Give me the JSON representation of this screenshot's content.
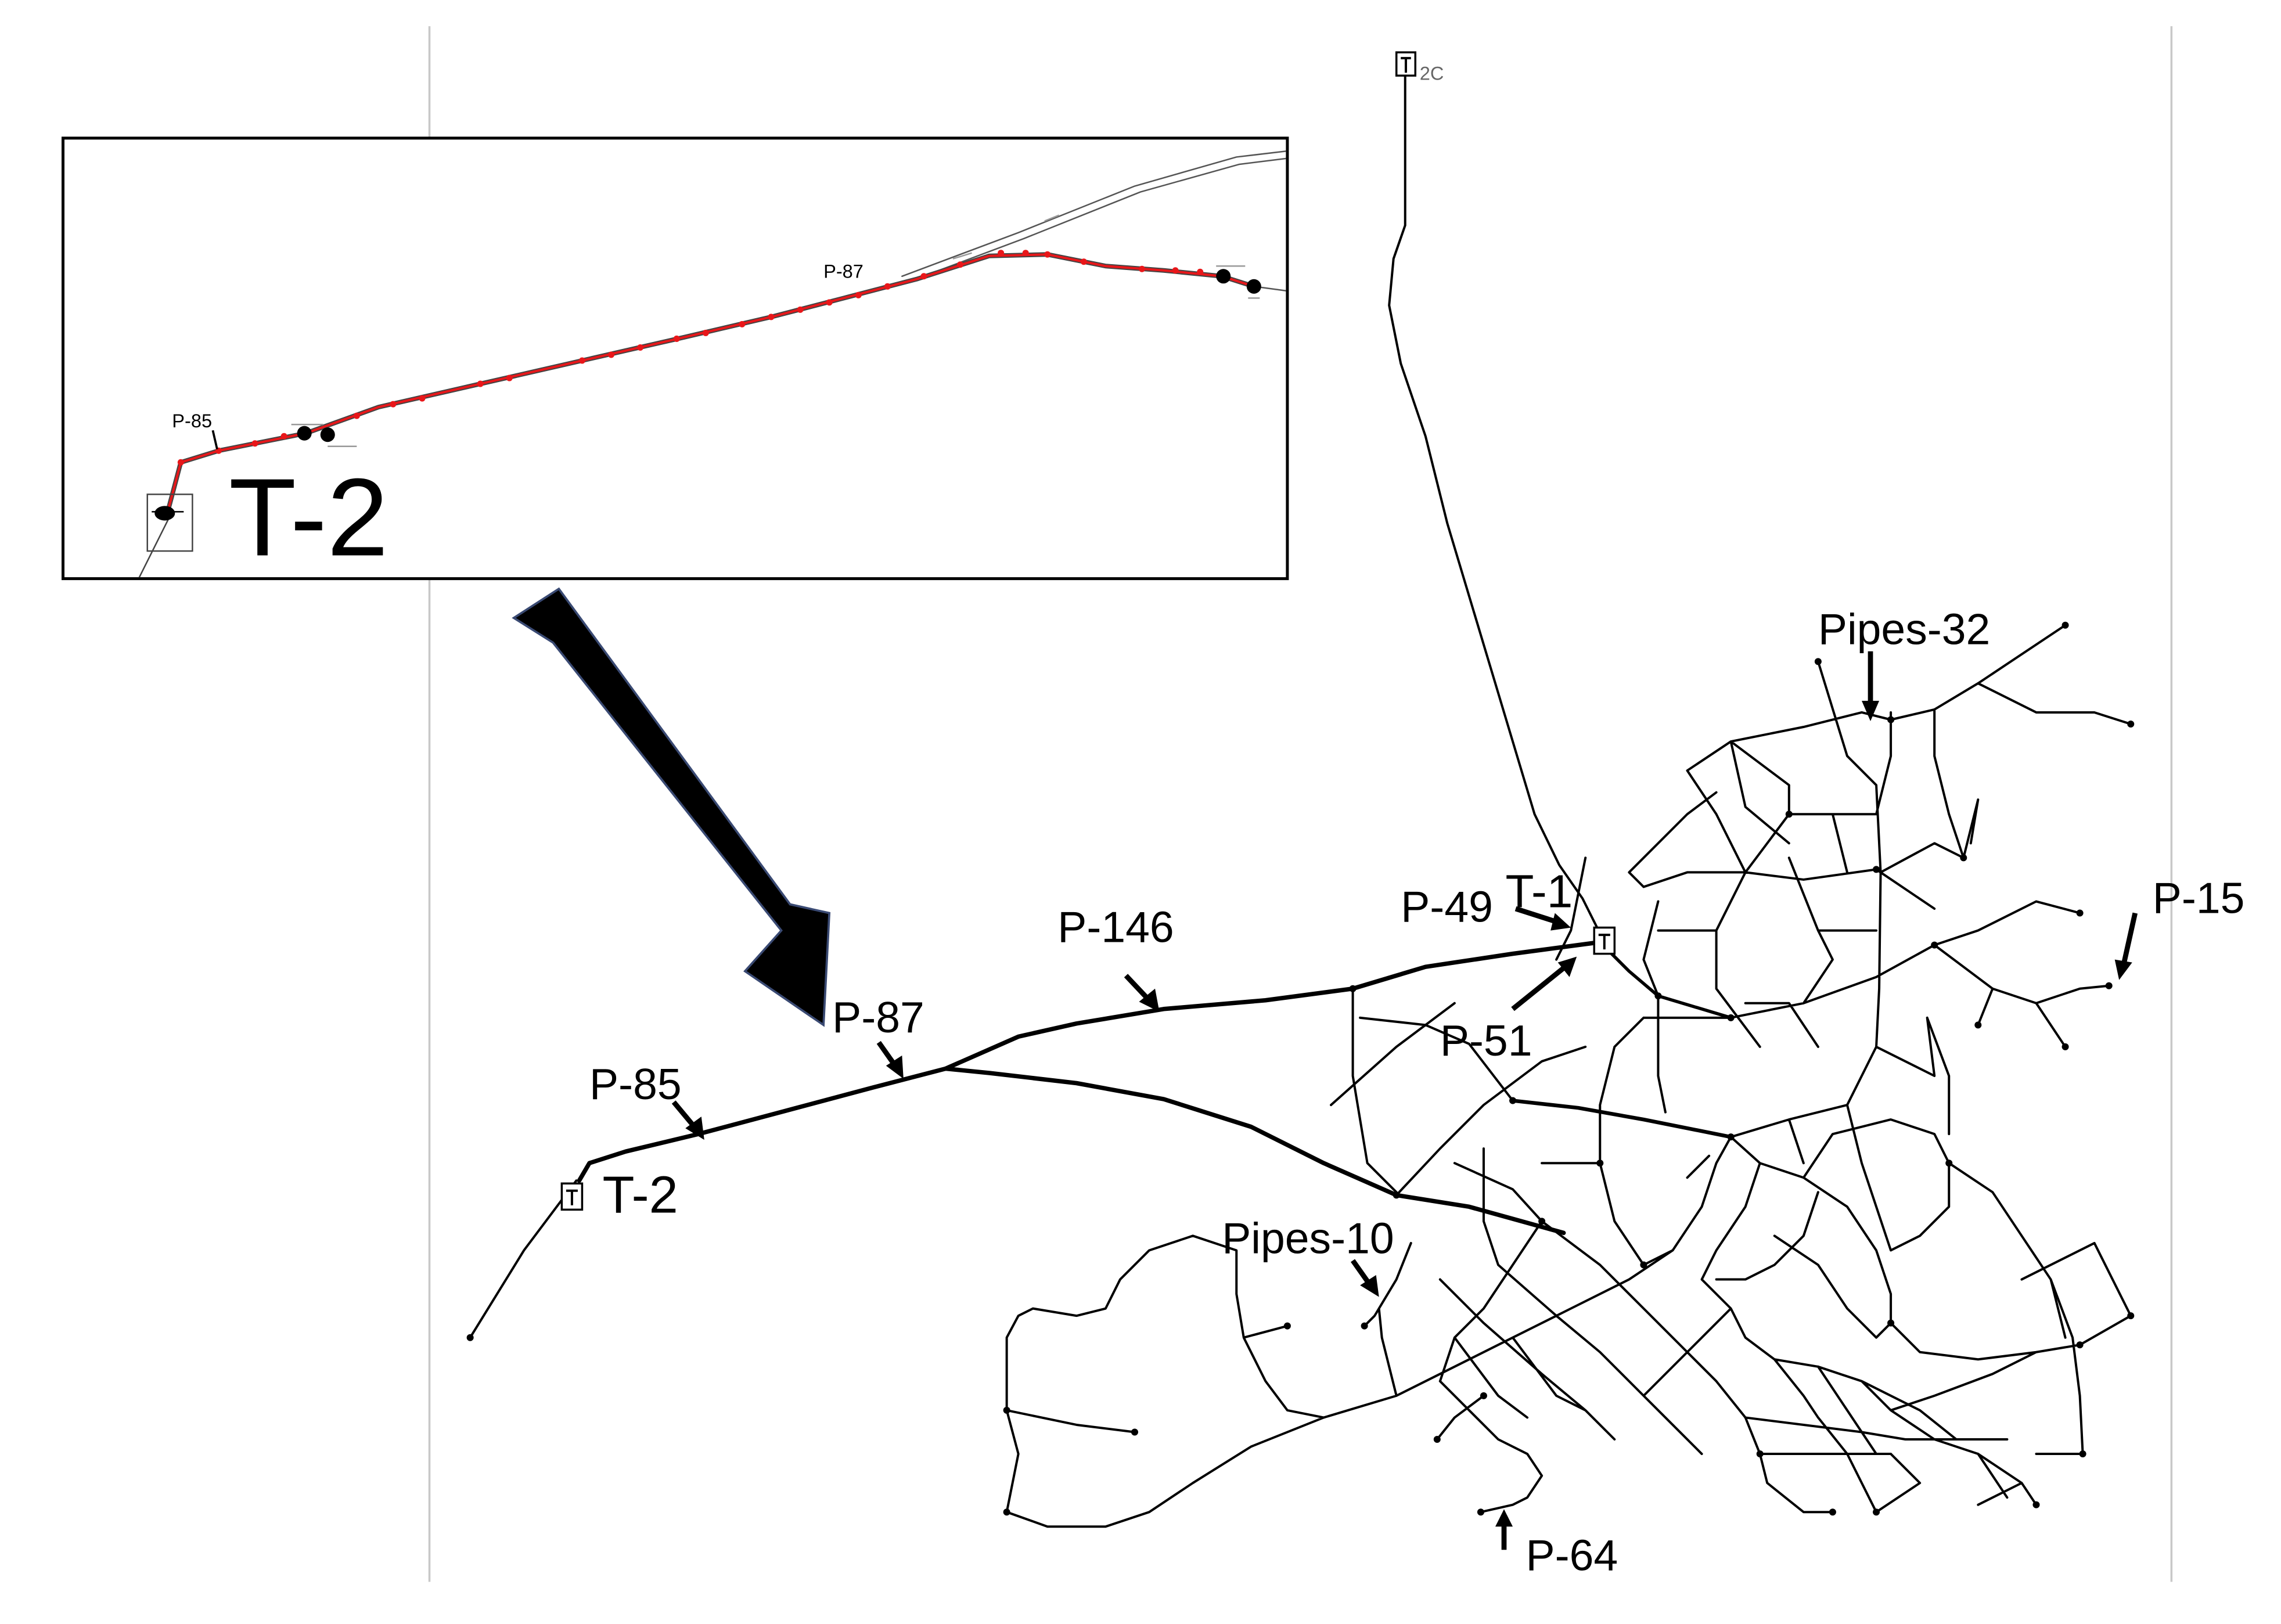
{
  "inset": {
    "tank_label": "T-2",
    "pipe_labels": [
      "P-85",
      "P-87"
    ]
  },
  "map": {
    "tanks": [
      "T-2",
      "T-1",
      "2C"
    ],
    "pipe_labels": [
      "P-85",
      "P-87",
      "P-146",
      "P-49",
      "P-51",
      "P-15",
      "Pipes-32",
      "Pipes-10",
      "P-64"
    ]
  },
  "colors": {
    "pipe": "#000000",
    "highlight_pipe": "#e8171a",
    "arrow": "#000000",
    "frame": "#c8c8c8"
  }
}
